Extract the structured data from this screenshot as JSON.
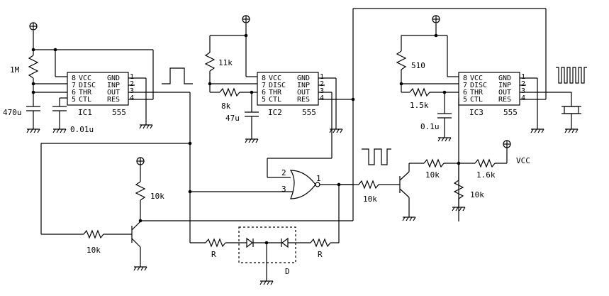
{
  "ic_blocks": [
    {
      "name": "IC1",
      "type": "555"
    },
    {
      "name": "IC2",
      "type": "555"
    },
    {
      "name": "IC3",
      "type": "555"
    }
  ],
  "ic_pins_left": [
    {
      "num": "8",
      "label": "VCC"
    },
    {
      "num": "7",
      "label": "DISC"
    },
    {
      "num": "6",
      "label": "THR"
    },
    {
      "num": "5",
      "label": "CTL"
    }
  ],
  "ic_pins_right": [
    {
      "num": "1",
      "label": "GND"
    },
    {
      "num": "2",
      "label": "INP"
    },
    {
      "num": "3",
      "label": "OUT"
    },
    {
      "num": "4",
      "label": "RES"
    }
  ],
  "components": {
    "r_ic1_timing": "1M",
    "c_ic1_timing": "470u",
    "c_ic1_ctl": "0.01u",
    "r_ic2_a": "11k",
    "r_ic2_b": "8k",
    "c_ic2": "47u",
    "r_ic3_a": "510",
    "r_ic3_b": "1.5k",
    "c_ic3": "0.1u",
    "r_q1_base": "10k",
    "r_q1_collector": "10k",
    "r_led_left": "R",
    "r_led_right": "R",
    "led_pair": "D",
    "r_q2_base": "10k",
    "r_q2_collector": "10k",
    "r_vcc_divider": "1.6k",
    "r_pulldown": "10k",
    "vcc_label": "VCC"
  },
  "nor_gate": {
    "in1": "2",
    "in2": "3",
    "out": "1"
  }
}
